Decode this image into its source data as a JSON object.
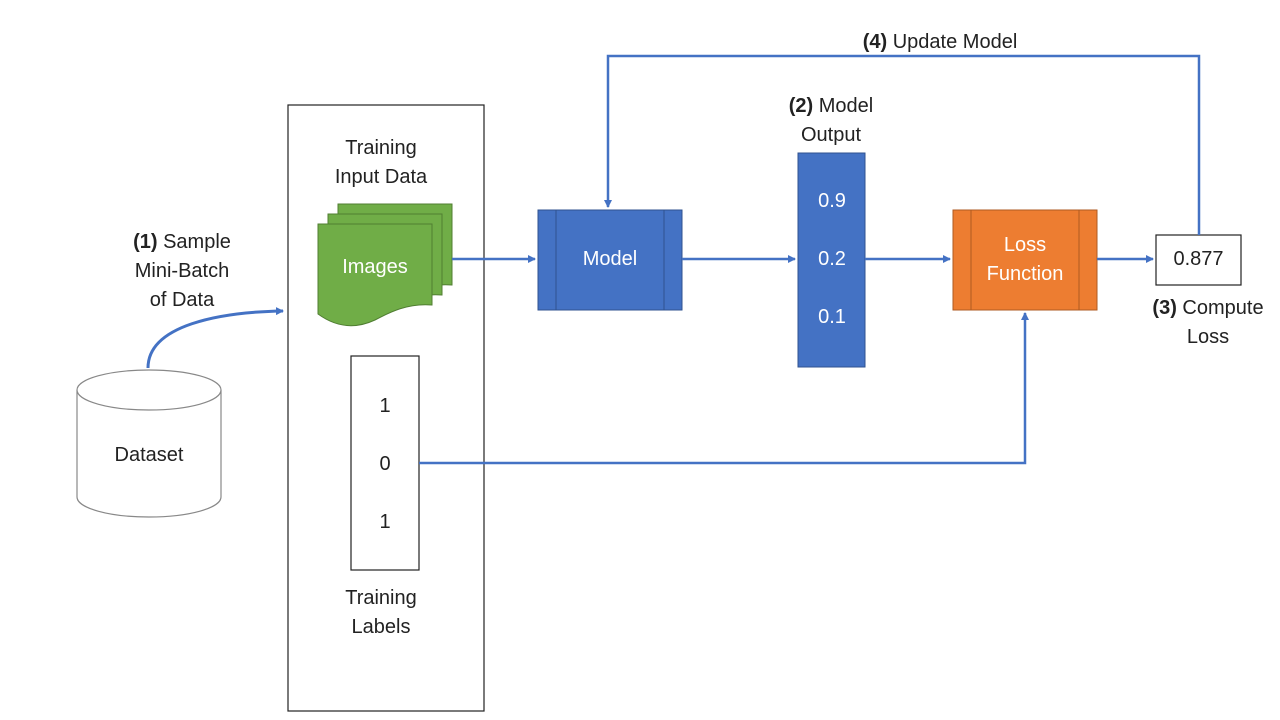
{
  "step1": {
    "num": "(1)",
    "text": "Sample",
    "line2": "Mini-Batch",
    "line3": "of Data"
  },
  "dataset": {
    "label": "Dataset"
  },
  "input": {
    "title_line1": "Training",
    "title_line2": "Input Data",
    "images_label": "Images"
  },
  "labels": {
    "values": [
      "1",
      "0",
      "1"
    ],
    "title_line1": "Training",
    "title_line2": "Labels"
  },
  "model": {
    "label": "Model"
  },
  "step2": {
    "num": "(2)",
    "text": "Model",
    "line2": "Output"
  },
  "output": {
    "values": [
      "0.9",
      "0.2",
      "0.1"
    ]
  },
  "loss": {
    "line1": "Loss",
    "line2": "Function"
  },
  "loss_value": "0.877",
  "step3": {
    "num": "(3)",
    "text": "Compute",
    "line2": "Loss"
  },
  "step4": {
    "num": "(4)",
    "text": "Update Model"
  },
  "colors": {
    "arrow": "#4472C4",
    "model_fill": "#4472C4",
    "model_border": "#2F528F",
    "images_fill": "#70AD47",
    "images_border": "#507E32",
    "loss_fill": "#ED7D31",
    "loss_border": "#AE5A21"
  }
}
